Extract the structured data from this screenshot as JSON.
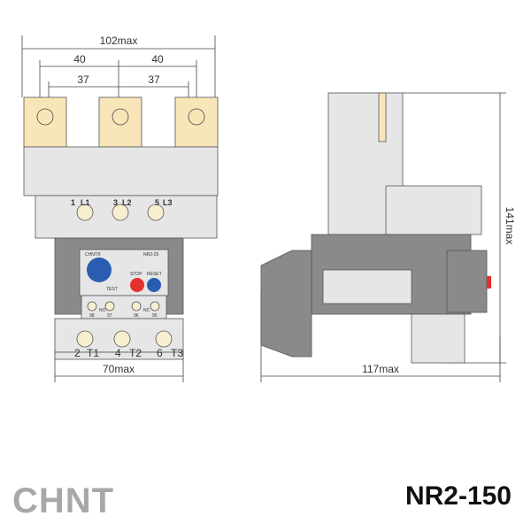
{
  "dimensions": {
    "overall_width": "102max",
    "pitch_left": "40",
    "pitch_right": "40",
    "inner_left": "37",
    "inner_right": "37",
    "base_width": "70max",
    "depth": "117max",
    "height": "141max"
  },
  "front": {
    "line_terminals": [
      {
        "num": "1",
        "label": "L1"
      },
      {
        "num": "3",
        "label": "L2"
      },
      {
        "num": "5",
        "label": "L3"
      }
    ],
    "load_terminals": [
      {
        "num": "2",
        "label": "T1"
      },
      {
        "num": "4",
        "label": "T2"
      },
      {
        "num": "6",
        "label": "T3"
      }
    ],
    "brand": "CHNT®",
    "model_plate": "NR2-25",
    "stop": "STOP",
    "reset": "RESET",
    "test": "TEST",
    "aux_no": "NO",
    "aux_nc": "NC",
    "aux_nums": [
      "98",
      "97",
      "96",
      "95"
    ]
  },
  "footer": {
    "logo": "CHNT",
    "model": "NR2-150"
  },
  "colors": {
    "terminal": "#f8e6b8",
    "body": "#e6e6e6",
    "dark": "#8a8a8a",
    "dial": "#2a5db0",
    "stop": "#e53030"
  }
}
